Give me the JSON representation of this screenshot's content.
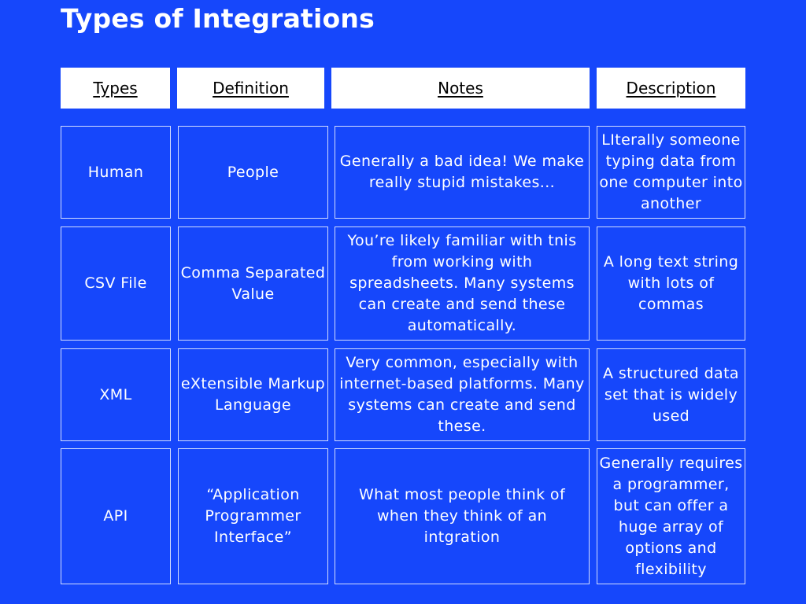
{
  "slide": {
    "title": "Types of Integrations"
  },
  "table": {
    "headers": [
      "Types",
      "Definition",
      "Notes",
      "Description"
    ],
    "rows": [
      {
        "type": "Human",
        "definition": "People",
        "notes": "Generally a bad idea! We make really stupid mistakes...",
        "description": "LIterally someone typing data from one computer into another"
      },
      {
        "type": "CSV File",
        "definition": "Comma Separated Value",
        "notes": "You’re likely familiar with tnis from working with spreadsheets. Many systems can create and  send these automatically.",
        "description": "A long text string with lots of commas"
      },
      {
        "type": "XML",
        "definition": "eXtensible Markup Language",
        "notes": "Very common, especially with internet-based platforms. Many systems can create and send these.",
        "description": "A structured data set that is widely used"
      },
      {
        "type": "API",
        "definition": "“Application Programmer Interface”",
        "notes": "What most people think of when they think of an intgration",
        "description": "Generally requires a programmer, but can offer a huge array of options and flexibility"
      }
    ]
  }
}
